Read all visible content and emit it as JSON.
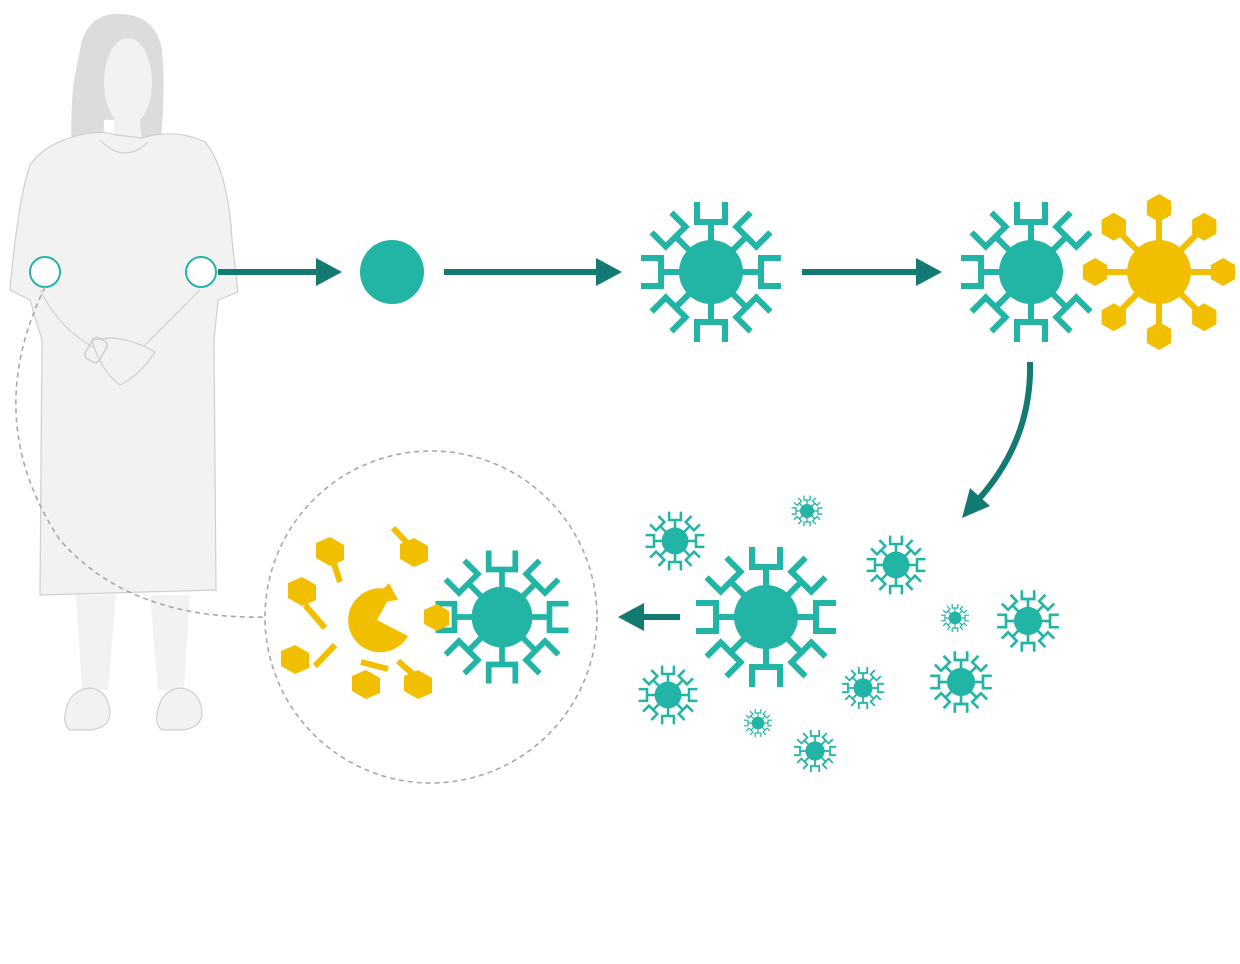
{
  "diagram": {
    "type": "process-flow",
    "description_text": "",
    "colors": {
      "tcell": "#22b5a6",
      "arrow": "#137a72",
      "cancer": "#f2bf00",
      "person_body": "#f2f2f2",
      "person_hair": "#dcdcdc",
      "person_outline": "#cfcfcf",
      "dashed": "#a8a8a8"
    },
    "steps": [
      {
        "id": "collect",
        "icon": "patient-blood-draw"
      },
      {
        "id": "isolate",
        "icon": "t-cell-plain"
      },
      {
        "id": "engineer",
        "icon": "car-t-cell"
      },
      {
        "id": "bind",
        "icon": "car-t-binding-cancer-cell"
      },
      {
        "id": "expand",
        "icon": "car-t-cells-multiplying"
      },
      {
        "id": "kill",
        "icon": "cancer-cell-destroyed"
      }
    ]
  }
}
